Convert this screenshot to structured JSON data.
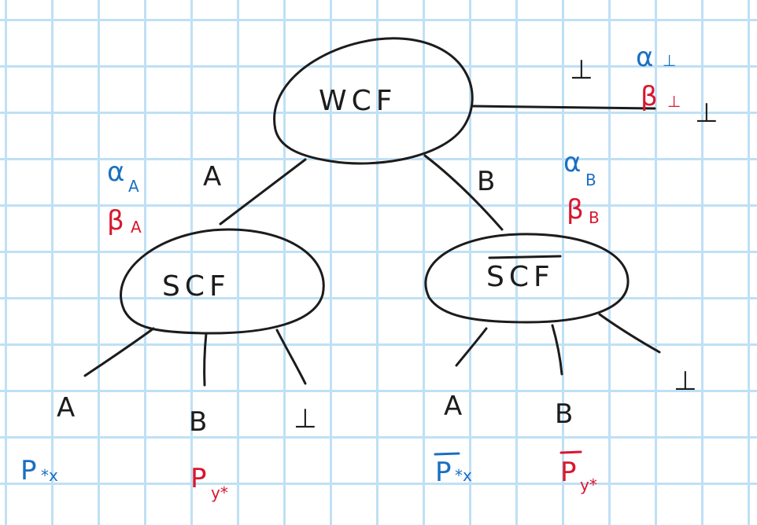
{
  "nodes": {
    "root": "WCF",
    "left": "SCF",
    "right": "SCF"
  },
  "edges": {
    "root_left": "A",
    "root_right": "B",
    "root_perp": "⊥",
    "left_a": "A",
    "left_b": "B",
    "left_perp": "⊥",
    "right_a": "A",
    "right_b": "B",
    "right_perp": "⊥"
  },
  "params": {
    "alpha": "α",
    "beta": "β",
    "alpha_A_sub": "A",
    "beta_A_sub": "A",
    "alpha_B_sub": "B",
    "beta_B_sub": "B",
    "alpha_perp_sub": "⊥",
    "beta_perp_sub": "⊥"
  },
  "leaves": {
    "p_star_x": "P",
    "p_star_x_sub": "*x",
    "p_y_star": "P",
    "p_y_star_sub": "y*",
    "p_star_x_bar": "P",
    "p_star_x_bar_sub": "*x",
    "p_y_star_bar": "P",
    "p_y_star_bar_sub": "y*"
  },
  "colors": {
    "ink": "#1c1c1c",
    "blue": "#1a6fc2",
    "red": "#d9172e",
    "grid": "#bfe0f5"
  }
}
